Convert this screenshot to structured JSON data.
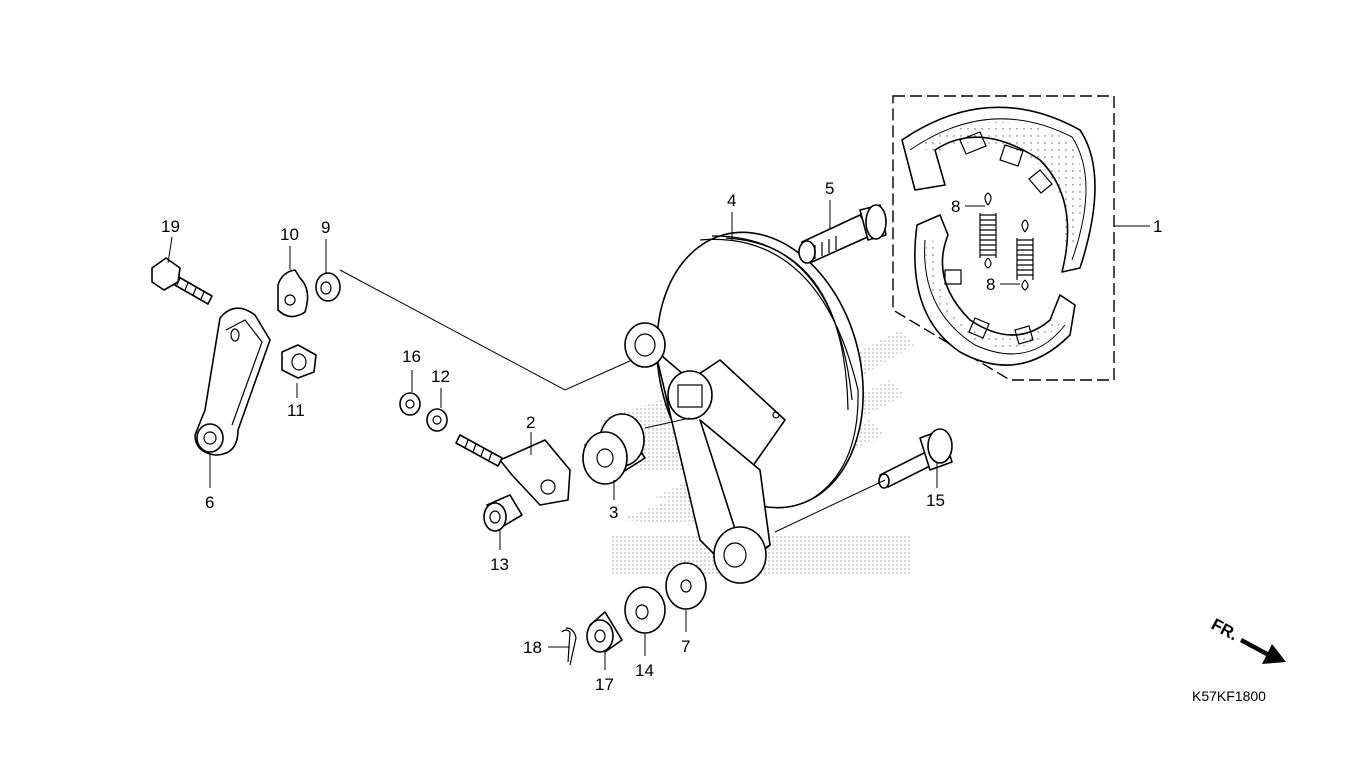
{
  "callouts": {
    "c1": "1",
    "c2": "2",
    "c3": "3",
    "c4": "4",
    "c5": "5",
    "c6": "6",
    "c7": "7",
    "c8a": "8",
    "c8b": "8",
    "c9": "9",
    "c10": "10",
    "c11": "11",
    "c12": "12",
    "c13": "13",
    "c14": "14",
    "c15": "15",
    "c16": "16",
    "c17": "17",
    "c18": "18",
    "c19": "19"
  },
  "direction_label": "FR.",
  "diagram_code": "K57KF1800",
  "colors": {
    "line": "#000000",
    "background": "#ffffff",
    "watermark": "#b5b5b5"
  }
}
